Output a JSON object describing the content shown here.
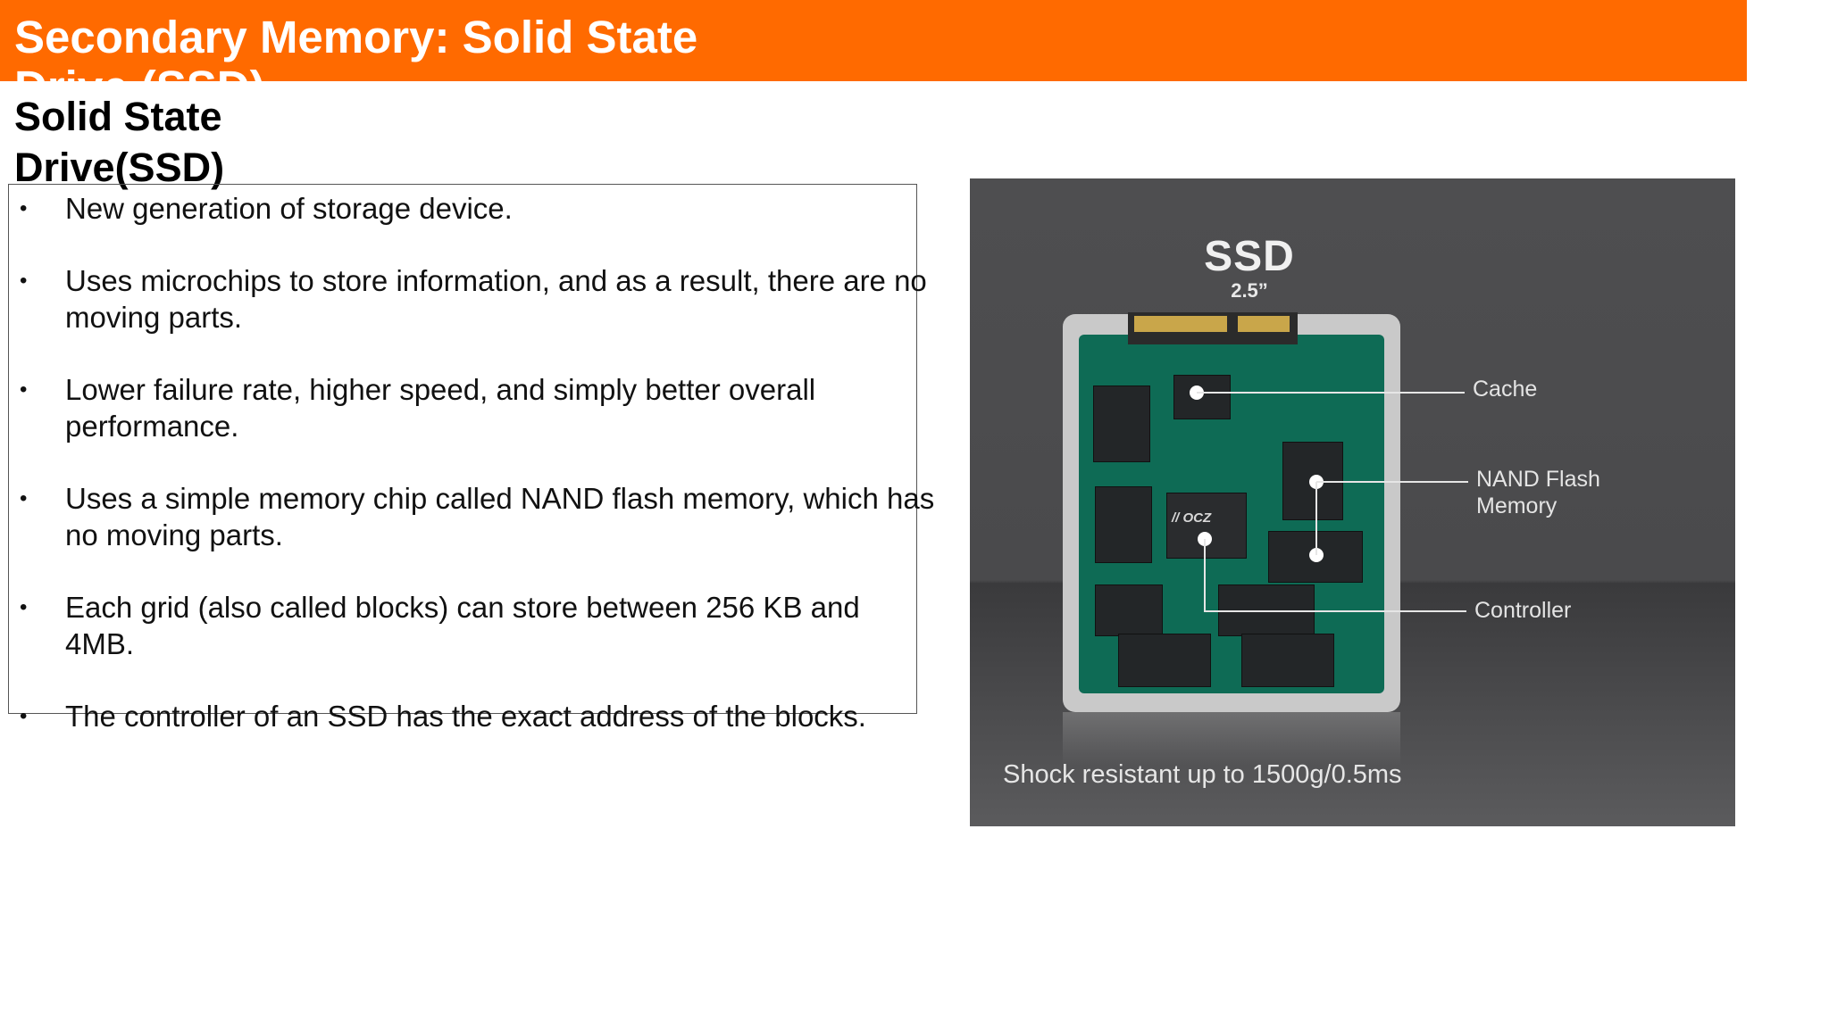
{
  "header": {
    "title": "Secondary Memory: Solid State Drive (SSD)"
  },
  "subtitle": "Solid State Drive(SSD)",
  "bullets": [
    "New generation of storage device.",
    "Uses microchips to store information, and as a result, there are no\nmoving parts.",
    "Lower failure rate, higher speed, and simply better overall performance.",
    "Uses a simple memory chip called NAND flash memory, which has\nno moving parts.",
    "Each grid (also called blocks) can store between 256 KB and 4MB.",
    "The controller of an SSD has the exact address of the blocks."
  ],
  "bullet_marker": "•",
  "photo": {
    "heading": "SSD",
    "size": "2.5”",
    "brand": "// OCZ",
    "labels": {
      "cache": "Cache",
      "nand_line1": "NAND Flash",
      "nand_line2": "Memory",
      "controller": "Controller"
    },
    "caption": "Shock resistant up to 1500g/0.5ms"
  },
  "colors": {
    "header_bg": "#ff6a00",
    "header_text": "#ffffff",
    "pcb": "#0e6b55",
    "photo_bg": "#4a4a4c"
  }
}
